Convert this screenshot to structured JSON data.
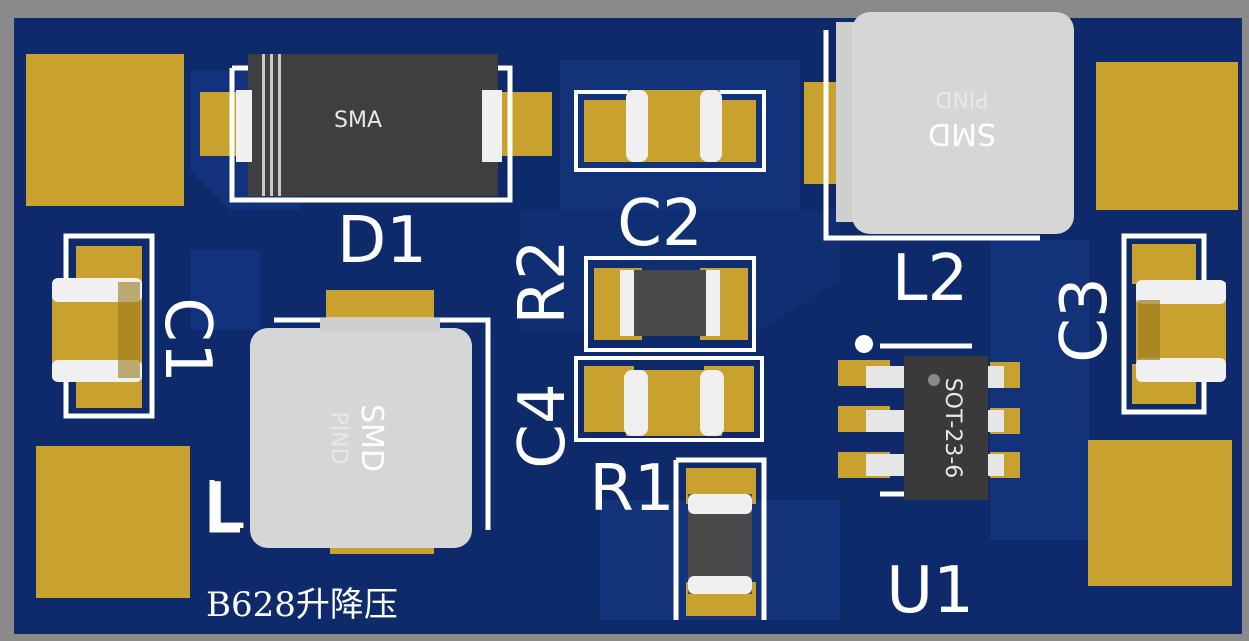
{
  "board": {
    "title": "B628升降压",
    "colors": {
      "substrate": "#0e2a6a",
      "mask": "#14357e",
      "copper": "#c9a12e",
      "silkscreen": "#ffffff",
      "body_dark": "#3c3c3c",
      "inductor": "#d4d4d4"
    }
  },
  "components": {
    "d1": {
      "ref": "D1",
      "package": "SMA"
    },
    "c1": {
      "ref": "C1"
    },
    "c2": {
      "ref": "C2"
    },
    "c3": {
      "ref": "C3"
    },
    "c4": {
      "ref": "C4"
    },
    "r1": {
      "ref": "R1"
    },
    "r2": {
      "ref": "R2"
    },
    "l": {
      "ref": "L",
      "package_line1": "SMD",
      "package_line2": "PIND"
    },
    "l2": {
      "ref": "L2",
      "package_line1": "SMD",
      "package_line2": "PIND"
    },
    "u1": {
      "ref": "U1",
      "package": "SOT-23-6"
    }
  }
}
